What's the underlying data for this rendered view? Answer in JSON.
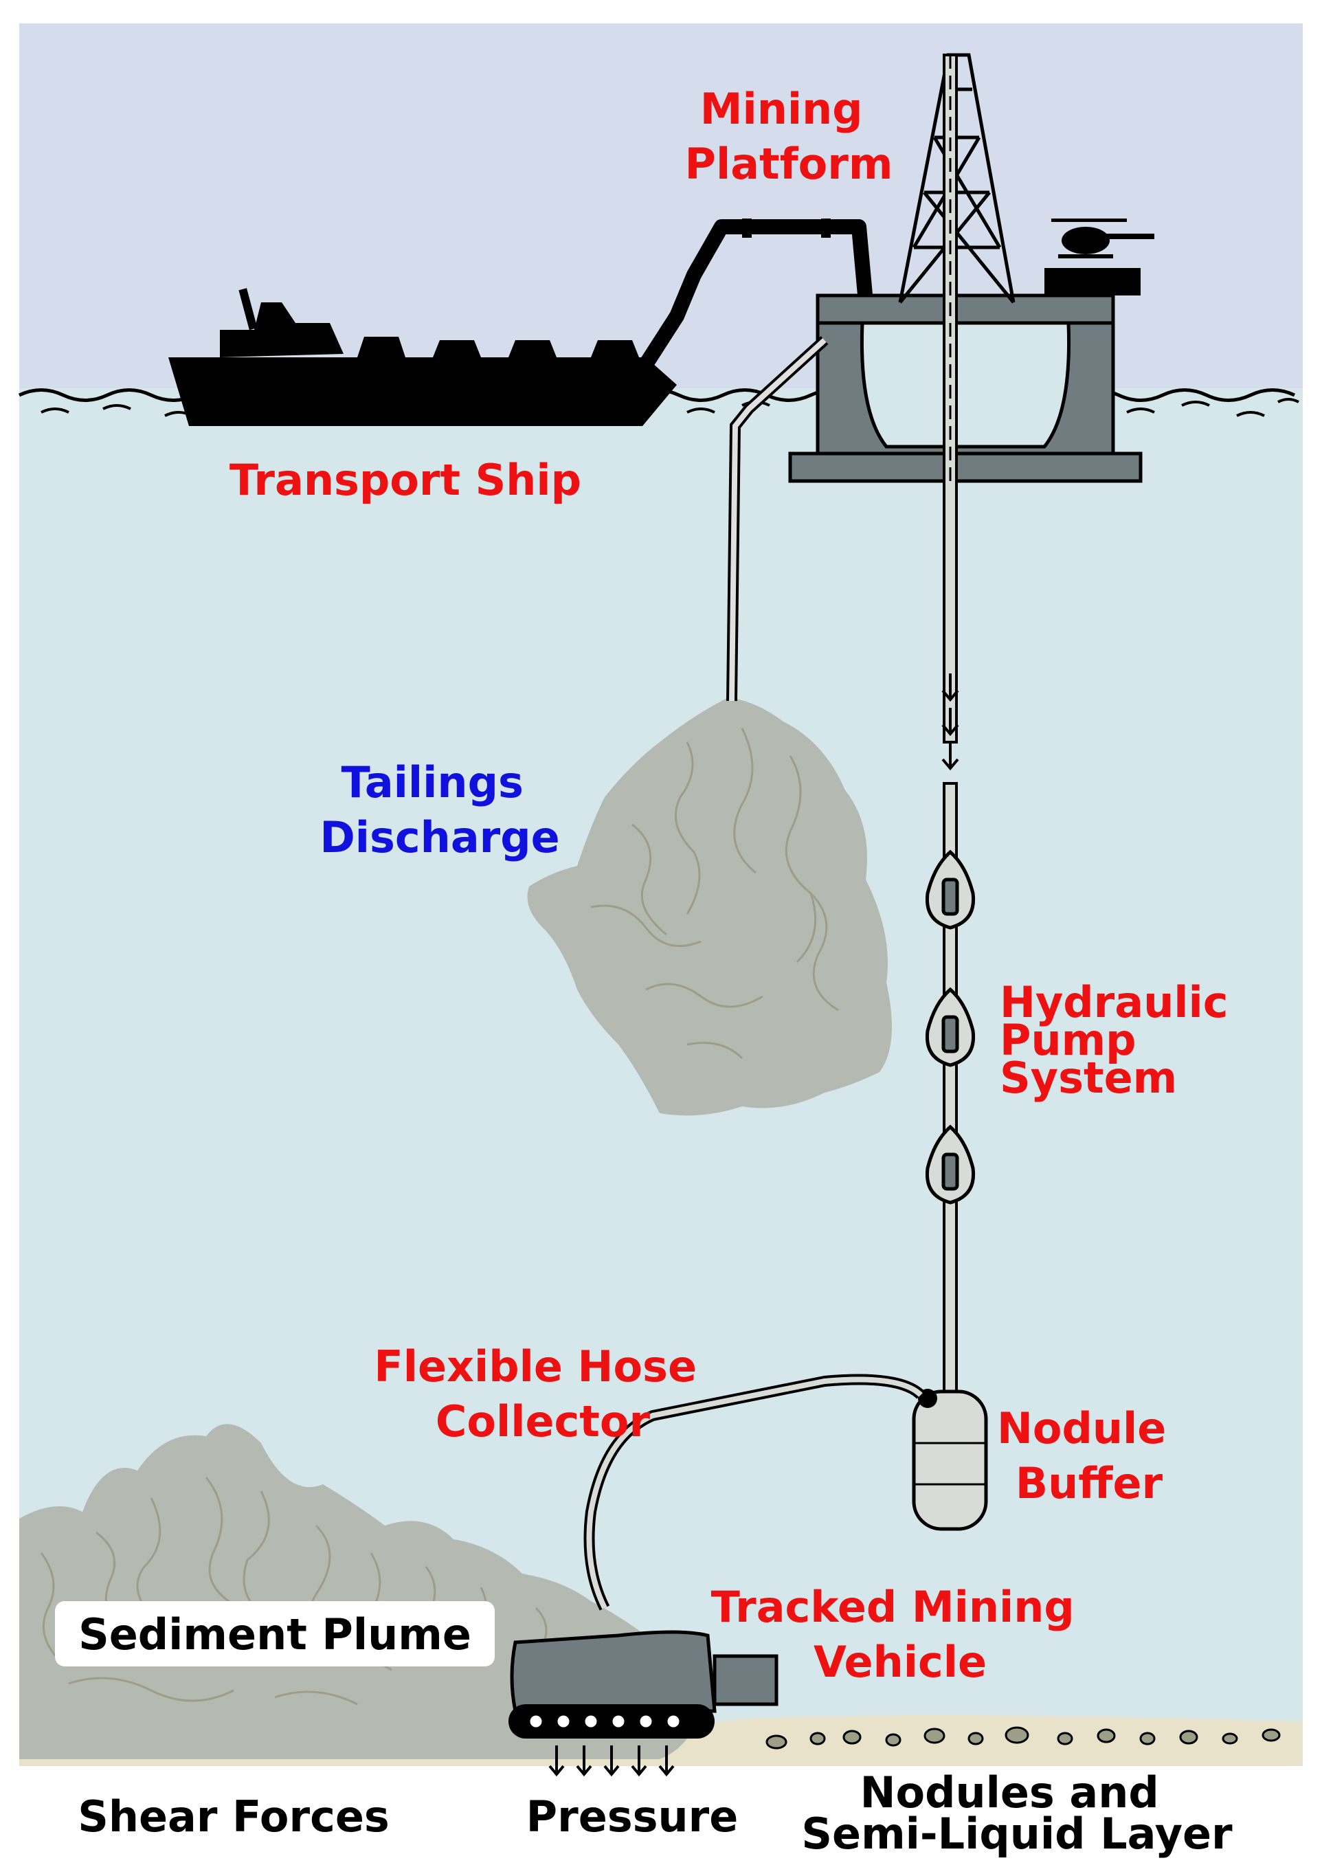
{
  "labels": {
    "mining_platform": [
      "Mining",
      "Platform"
    ],
    "transport_ship": "Transport Ship",
    "tailings_discharge": [
      "Tailings",
      "Discharge"
    ],
    "hydraulic_pump_system": [
      "Hydraulic",
      "Pump",
      "System"
    ],
    "flexible_hose_collector": [
      "Flexible Hose",
      "Collector"
    ],
    "nodule_buffer": [
      "Nodule",
      "Buffer"
    ],
    "tracked_mining_vehicle": [
      "Tracked Mining",
      "Vehicle"
    ],
    "sediment_plume": "Sediment Plume",
    "shear_forces": "Shear Forces",
    "pressure": "Pressure",
    "nodules_layer": [
      "Nodules and",
      "Semi-Liquid Layer"
    ]
  },
  "colors": {
    "sky": "#d5dded",
    "water": "#d6e7ec",
    "seabed": "#e8e2ca",
    "plume": "#b4bab1",
    "plume_texture": "#9d9e88",
    "machinery": "#707c80",
    "label_red": "#ee1111",
    "label_blue": "#1111dd"
  }
}
